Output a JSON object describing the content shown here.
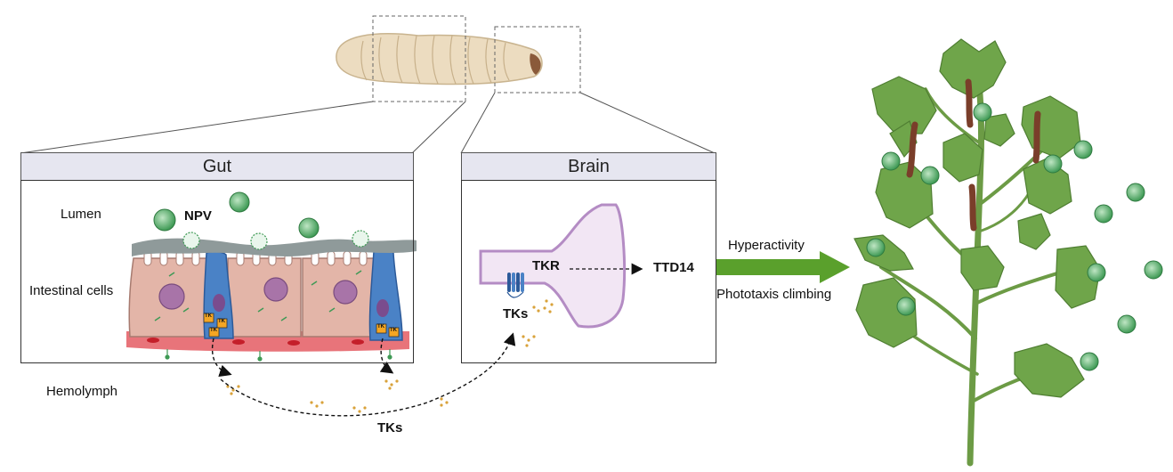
{
  "gut": {
    "title": "Gut",
    "lumen": "Lumen",
    "virus": "NPV",
    "cells": "Intestinal cells",
    "tk_tag": "TK"
  },
  "hemolymph": "Hemolymph",
  "tks_bottom": "TKs",
  "brain": {
    "title": "Brain",
    "receptor": "TKR",
    "target": "TTD14",
    "tks": "TKs"
  },
  "outcomes": {
    "top": "Hyperactivity",
    "bottom": "Phototaxis climbing"
  },
  "colors": {
    "virus": "#3f9a55",
    "gut_cell": "#e3b5a8",
    "endocrine_cell": "#4a82c6",
    "nucleus": "#a874a8",
    "mucus": "#8f9a9a",
    "hemolymph_band": "#e8747a",
    "neuron": "#f2e6f4",
    "neuron_outline": "#b48cc4",
    "arrow_green": "#5aa02c",
    "leaf": "#6fa54a",
    "stem": "#6c9b45",
    "larva": "#ecdcc0",
    "caterpillar": "#7a3e2a"
  }
}
